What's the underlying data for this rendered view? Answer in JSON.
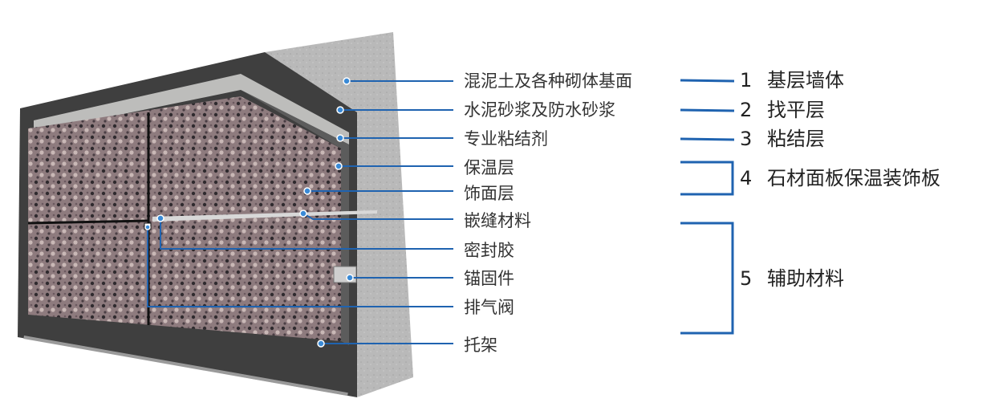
{
  "colors": {
    "leader": "#1f63b0",
    "dot": "#3a8ad6",
    "text": "#333333"
  },
  "callouts": [
    {
      "label": "混泥土及各种砌体基面"
    },
    {
      "label": "水泥砂浆及防水砂浆"
    },
    {
      "label": "专业粘结剂"
    },
    {
      "label": "保温层"
    },
    {
      "label": "饰面层"
    },
    {
      "label": "嵌缝材料"
    },
    {
      "label": "密封胶"
    },
    {
      "label": "锚固件"
    },
    {
      "label": "排气阀"
    },
    {
      "label": "托架"
    }
  ],
  "categories": [
    {
      "num": "1",
      "label": "基层墙体"
    },
    {
      "num": "2",
      "label": "找平层"
    },
    {
      "num": "3",
      "label": "粘结层"
    },
    {
      "num": "4",
      "label": "石材面板保温装饰板"
    },
    {
      "num": "5",
      "label": "辅助材料"
    }
  ]
}
